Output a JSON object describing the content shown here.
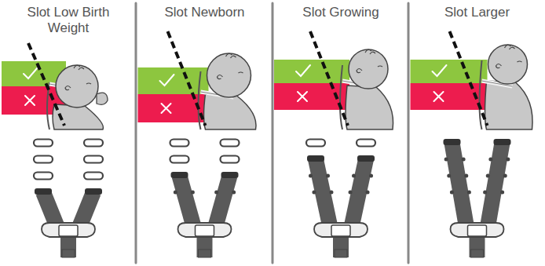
{
  "diagram": {
    "labels": [
      "Slot Low Birth Weight",
      "Slot Newborn",
      "Slot Growing",
      "Slot Larger"
    ]
  }
}
